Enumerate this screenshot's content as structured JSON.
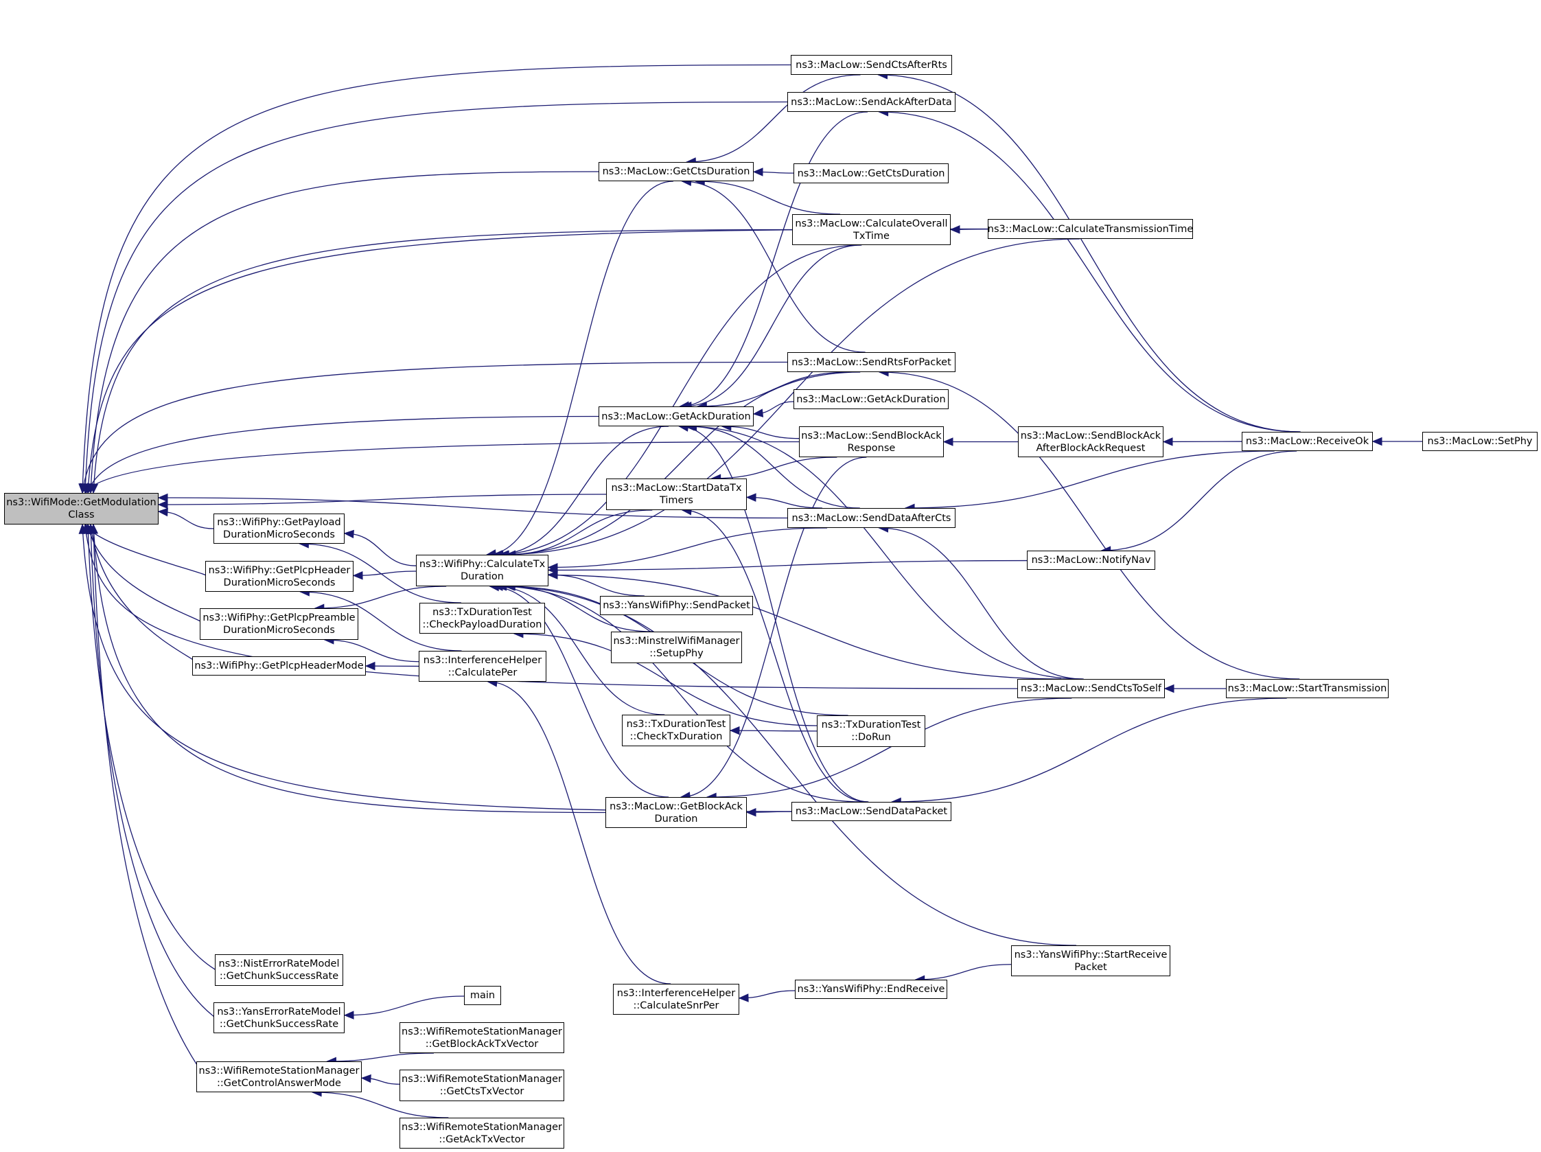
{
  "title": "Caller graph: ns3::WifiMode::GetModulationClass",
  "colors": {
    "edge": "#191970",
    "node_border": "#000000",
    "node_fill": "#ffffff",
    "root_fill": "#bfbfbf"
  },
  "nodes": {
    "root": {
      "lines": [
        "ns3::WifiMode::GetModulation",
        "Class"
      ],
      "highlight": true
    },
    "getPayload": {
      "lines": [
        "ns3::WifiPhy::GetPayload",
        "DurationMicroSeconds"
      ]
    },
    "getPlcpHeaderDur": {
      "lines": [
        "ns3::WifiPhy::GetPlcpHeader",
        "DurationMicroSeconds"
      ]
    },
    "getPlcpPreamble": {
      "lines": [
        "ns3::WifiPhy::GetPlcpPreamble",
        "DurationMicroSeconds"
      ]
    },
    "getPlcpHeaderMode": {
      "lines": [
        "ns3::WifiPhy::GetPlcpHeaderMode"
      ]
    },
    "nist": {
      "lines": [
        "ns3::NistErrorRateModel",
        "::GetChunkSuccessRate"
      ]
    },
    "yansErr": {
      "lines": [
        "ns3::YansErrorRateModel",
        "::GetChunkSuccessRate"
      ]
    },
    "getControlAnswer": {
      "lines": [
        "ns3::WifiRemoteStationManager",
        "::GetControlAnswerMode"
      ]
    },
    "calcTxDur": {
      "lines": [
        "ns3::WifiPhy::CalculateTx",
        "Duration"
      ]
    },
    "checkPayload": {
      "lines": [
        "ns3::TxDurationTest",
        "::CheckPayloadDuration"
      ]
    },
    "calcPer": {
      "lines": [
        "ns3::InterferenceHelper",
        "::CalculatePer"
      ]
    },
    "main": {
      "lines": [
        "main"
      ]
    },
    "getBlockAckTx": {
      "lines": [
        "ns3::WifiRemoteStationManager",
        "::GetBlockAckTxVector"
      ]
    },
    "getCtsTx": {
      "lines": [
        "ns3::WifiRemoteStationManager",
        "::GetCtsTxVector"
      ]
    },
    "getAckTx": {
      "lines": [
        "ns3::WifiRemoteStationManager",
        "::GetAckTxVector"
      ]
    },
    "getCtsDurL": {
      "lines": [
        "ns3::MacLow::GetCtsDuration"
      ]
    },
    "getAckDurL": {
      "lines": [
        "ns3::MacLow::GetAckDuration"
      ]
    },
    "startDataTx": {
      "lines": [
        "ns3::MacLow::StartDataTx",
        "Timers"
      ]
    },
    "sendPacket": {
      "lines": [
        "ns3::YansWifiPhy::SendPacket"
      ]
    },
    "minstrel": {
      "lines": [
        "ns3::MinstrelWifiManager",
        "::SetupPhy"
      ]
    },
    "checkTxDur": {
      "lines": [
        "ns3::TxDurationTest",
        "::CheckTxDuration"
      ]
    },
    "getBlockAckDur": {
      "lines": [
        "ns3::MacLow::GetBlockAck",
        "Duration"
      ]
    },
    "calcSnrPer": {
      "lines": [
        "ns3::InterferenceHelper",
        "::CalculateSnrPer"
      ]
    },
    "sendCtsAfterRts": {
      "lines": [
        "ns3::MacLow::SendCtsAfterRts"
      ]
    },
    "sendAckAfterData": {
      "lines": [
        "ns3::MacLow::SendAckAfterData"
      ]
    },
    "getCtsDurR": {
      "lines": [
        "ns3::MacLow::GetCtsDuration"
      ]
    },
    "calcOverall": {
      "lines": [
        "ns3::MacLow::CalculateOverall",
        "TxTime"
      ]
    },
    "sendRts": {
      "lines": [
        "ns3::MacLow::SendRtsForPacket"
      ]
    },
    "getAckDurR": {
      "lines": [
        "ns3::MacLow::GetAckDuration"
      ]
    },
    "sendBlockAckResp": {
      "lines": [
        "ns3::MacLow::SendBlockAck",
        "Response"
      ]
    },
    "sendDataAfterCts": {
      "lines": [
        "ns3::MacLow::SendDataAfterCts"
      ]
    },
    "doRun": {
      "lines": [
        "ns3::TxDurationTest",
        "::DoRun"
      ]
    },
    "sendDataPacket": {
      "lines": [
        "ns3::MacLow::SendDataPacket"
      ]
    },
    "endReceive": {
      "lines": [
        "ns3::YansWifiPhy::EndReceive"
      ]
    },
    "calcTransTime": {
      "lines": [
        "ns3::MacLow::CalculateTransmissionTime"
      ]
    },
    "sendBAafterBAR": {
      "lines": [
        "ns3::MacLow::SendBlockAck",
        "AfterBlockAckRequest"
      ]
    },
    "notifyNav": {
      "lines": [
        "ns3::MacLow::NotifyNav"
      ]
    },
    "sendCtsToSelf": {
      "lines": [
        "ns3::MacLow::SendCtsToSelf"
      ]
    },
    "startRecvPacket": {
      "lines": [
        "ns3::YansWifiPhy::StartReceive",
        "Packet"
      ]
    },
    "receiveOk": {
      "lines": [
        "ns3::MacLow::ReceiveOk"
      ]
    },
    "startTransmission": {
      "lines": [
        "ns3::MacLow::StartTransmission"
      ]
    },
    "setPhy": {
      "lines": [
        "ns3::MacLow::SetPhy"
      ]
    }
  },
  "edges": [
    [
      "sendCtsAfterRts",
      "root"
    ],
    [
      "sendAckAfterData",
      "root"
    ],
    [
      "calcTransTime",
      "root"
    ],
    [
      "getCtsDurL",
      "root"
    ],
    [
      "calcOverall",
      "root"
    ],
    [
      "sendRts",
      "root"
    ],
    [
      "sendBlockAckResp",
      "root"
    ],
    [
      "getAckDurL",
      "root"
    ],
    [
      "sendDataAfterCts",
      "root"
    ],
    [
      "startDataTx",
      "root"
    ],
    [
      "getPayload",
      "root"
    ],
    [
      "getPlcpHeaderDur",
      "root"
    ],
    [
      "getPlcpPreamble",
      "root"
    ],
    [
      "getPlcpHeaderMode",
      "root"
    ],
    [
      "getBlockAckDur",
      "root"
    ],
    [
      "sendDataPacket",
      "root"
    ],
    [
      "sendCtsToSelf",
      "root"
    ],
    [
      "nist",
      "root"
    ],
    [
      "yansErr",
      "root"
    ],
    [
      "getControlAnswer",
      "root"
    ],
    [
      "calcTxDur",
      "getPayload"
    ],
    [
      "checkPayload",
      "getPayload"
    ],
    [
      "calcTxDur",
      "getPlcpHeaderDur"
    ],
    [
      "calcPer",
      "getPlcpHeaderDur"
    ],
    [
      "calcTxDur",
      "getPlcpPreamble"
    ],
    [
      "calcPer",
      "getPlcpPreamble"
    ],
    [
      "calcPer",
      "getPlcpHeaderMode"
    ],
    [
      "main",
      "yansErr"
    ],
    [
      "getBlockAckTx",
      "getControlAnswer"
    ],
    [
      "getCtsTx",
      "getControlAnswer"
    ],
    [
      "getAckTx",
      "getControlAnswer"
    ],
    [
      "getCtsDurL",
      "calcTxDur"
    ],
    [
      "calcOverall",
      "calcTxDur"
    ],
    [
      "calcTransTime",
      "calcTxDur"
    ],
    [
      "sendRts",
      "calcTxDur"
    ],
    [
      "getAckDurL",
      "calcTxDur"
    ],
    [
      "startDataTx",
      "calcTxDur"
    ],
    [
      "sendDataAfterCts",
      "calcTxDur"
    ],
    [
      "notifyNav",
      "calcTxDur"
    ],
    [
      "sendPacket",
      "calcTxDur"
    ],
    [
      "minstrel",
      "calcTxDur"
    ],
    [
      "sendCtsToSelf",
      "calcTxDur"
    ],
    [
      "checkTxDur",
      "calcTxDur"
    ],
    [
      "doRun",
      "calcTxDur"
    ],
    [
      "getBlockAckDur",
      "calcTxDur"
    ],
    [
      "sendDataPacket",
      "calcTxDur"
    ],
    [
      "startRecvPacket",
      "calcTxDur"
    ],
    [
      "calcSnrPer",
      "calcPer"
    ],
    [
      "doRun",
      "checkPayload"
    ],
    [
      "sendCtsAfterRts",
      "getCtsDurL"
    ],
    [
      "getCtsDurR",
      "getCtsDurL"
    ],
    [
      "calcOverall",
      "getCtsDurL"
    ],
    [
      "sendRts",
      "getCtsDurL"
    ],
    [
      "sendAckAfterData",
      "getAckDurL"
    ],
    [
      "calcOverall",
      "getAckDurL"
    ],
    [
      "sendRts",
      "getAckDurL"
    ],
    [
      "getAckDurR",
      "getAckDurL"
    ],
    [
      "sendBlockAckResp",
      "getAckDurL"
    ],
    [
      "sendDataAfterCts",
      "getAckDurL"
    ],
    [
      "sendCtsToSelf",
      "getAckDurL"
    ],
    [
      "sendDataPacket",
      "getAckDurL"
    ],
    [
      "sendBlockAckResp",
      "startDataTx"
    ],
    [
      "sendDataAfterCts",
      "startDataTx"
    ],
    [
      "sendDataPacket",
      "startDataTx"
    ],
    [
      "doRun",
      "checkTxDur"
    ],
    [
      "sendBlockAckResp",
      "getBlockAckDur"
    ],
    [
      "sendCtsToSelf",
      "getBlockAckDur"
    ],
    [
      "sendDataPacket",
      "getBlockAckDur"
    ],
    [
      "endReceive",
      "calcSnrPer"
    ],
    [
      "startRecvPacket",
      "endReceive"
    ],
    [
      "receiveOk",
      "sendCtsAfterRts"
    ],
    [
      "receiveOk",
      "sendAckAfterData"
    ],
    [
      "calcTransTime",
      "calcOverall"
    ],
    [
      "startTransmission",
      "sendRts"
    ],
    [
      "sendBAafterBAR",
      "sendBlockAckResp"
    ],
    [
      "receiveOk",
      "sendDataAfterCts"
    ],
    [
      "sendCtsToSelf",
      "sendDataAfterCts"
    ],
    [
      "startTransmission",
      "sendDataPacket"
    ],
    [
      "receiveOk",
      "sendBAafterBAR"
    ],
    [
      "receiveOk",
      "notifyNav"
    ],
    [
      "startTransmission",
      "sendCtsToSelf"
    ],
    [
      "setPhy",
      "receiveOk"
    ]
  ]
}
